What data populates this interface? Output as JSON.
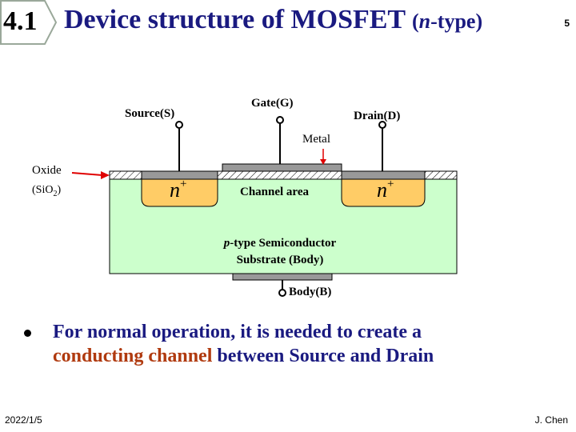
{
  "header": {
    "section_number": "4.1",
    "title_main": "Device structure of MOSFET",
    "title_suffix_open": "(",
    "title_suffix_n": "n",
    "title_suffix_close": "-type)",
    "slide_number": "5"
  },
  "diagram": {
    "terminals": {
      "source": "Source(S)",
      "gate": "Gate(G)",
      "drain": "Drain(D)",
      "body": "Body(B)"
    },
    "metal_label": "Metal",
    "oxide_label": "Oxide",
    "oxide_formula_prefix": "(SiO",
    "oxide_formula_sub": "2",
    "oxide_formula_suffix": ")",
    "n_plus_base": "n",
    "n_plus_sup": "+",
    "channel_label": "Channel area",
    "substrate_p": "p",
    "substrate_line1_rest": "-type Semiconductor",
    "substrate_line2": "Substrate (Body)",
    "colors": {
      "substrate": "#ccffcc",
      "diffusion": "#ffcc66",
      "metal": "#999999",
      "arrow": "#e00000",
      "title": "#1a1a80",
      "accent": "#b03a0f"
    }
  },
  "bullet": {
    "line1": "For normal operation, it is needed to create a",
    "line2_highlight": "conducting channel",
    "line2_rest": " between Source and Drain"
  },
  "footer": {
    "date": "2022/1/5",
    "author": "J. Chen"
  }
}
